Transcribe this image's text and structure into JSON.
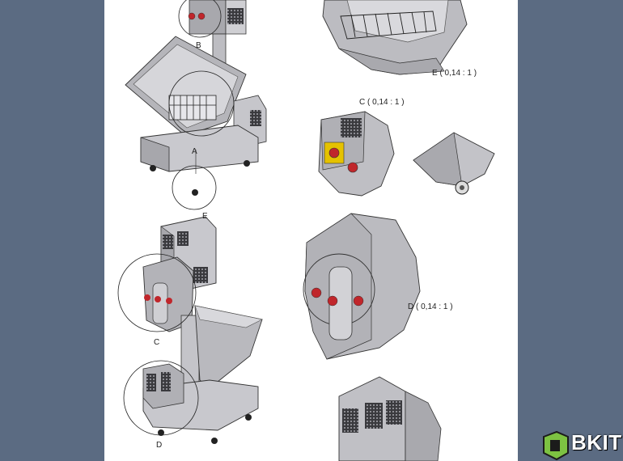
{
  "views": {
    "top_left": {
      "callout_b": "B",
      "callout_a": "A"
    },
    "top_right": {
      "detail_e_title": "E ( 0,14 : 1 )",
      "detail_c_title": "C ( 0,14 : 1 )"
    },
    "bottom_left": {
      "callout_e": "E",
      "callout_c": "C",
      "callout_d": "D"
    },
    "bottom_right": {
      "detail_d_title": "D ( 0,14 : 1 )"
    }
  },
  "watermark": {
    "text": "BKIT",
    "accent": "#7dc242"
  },
  "colors": {
    "background": "#5b6b82",
    "sheet": "#ffffff",
    "metal": "#b9b9bd",
    "knob": "#c0262b"
  }
}
